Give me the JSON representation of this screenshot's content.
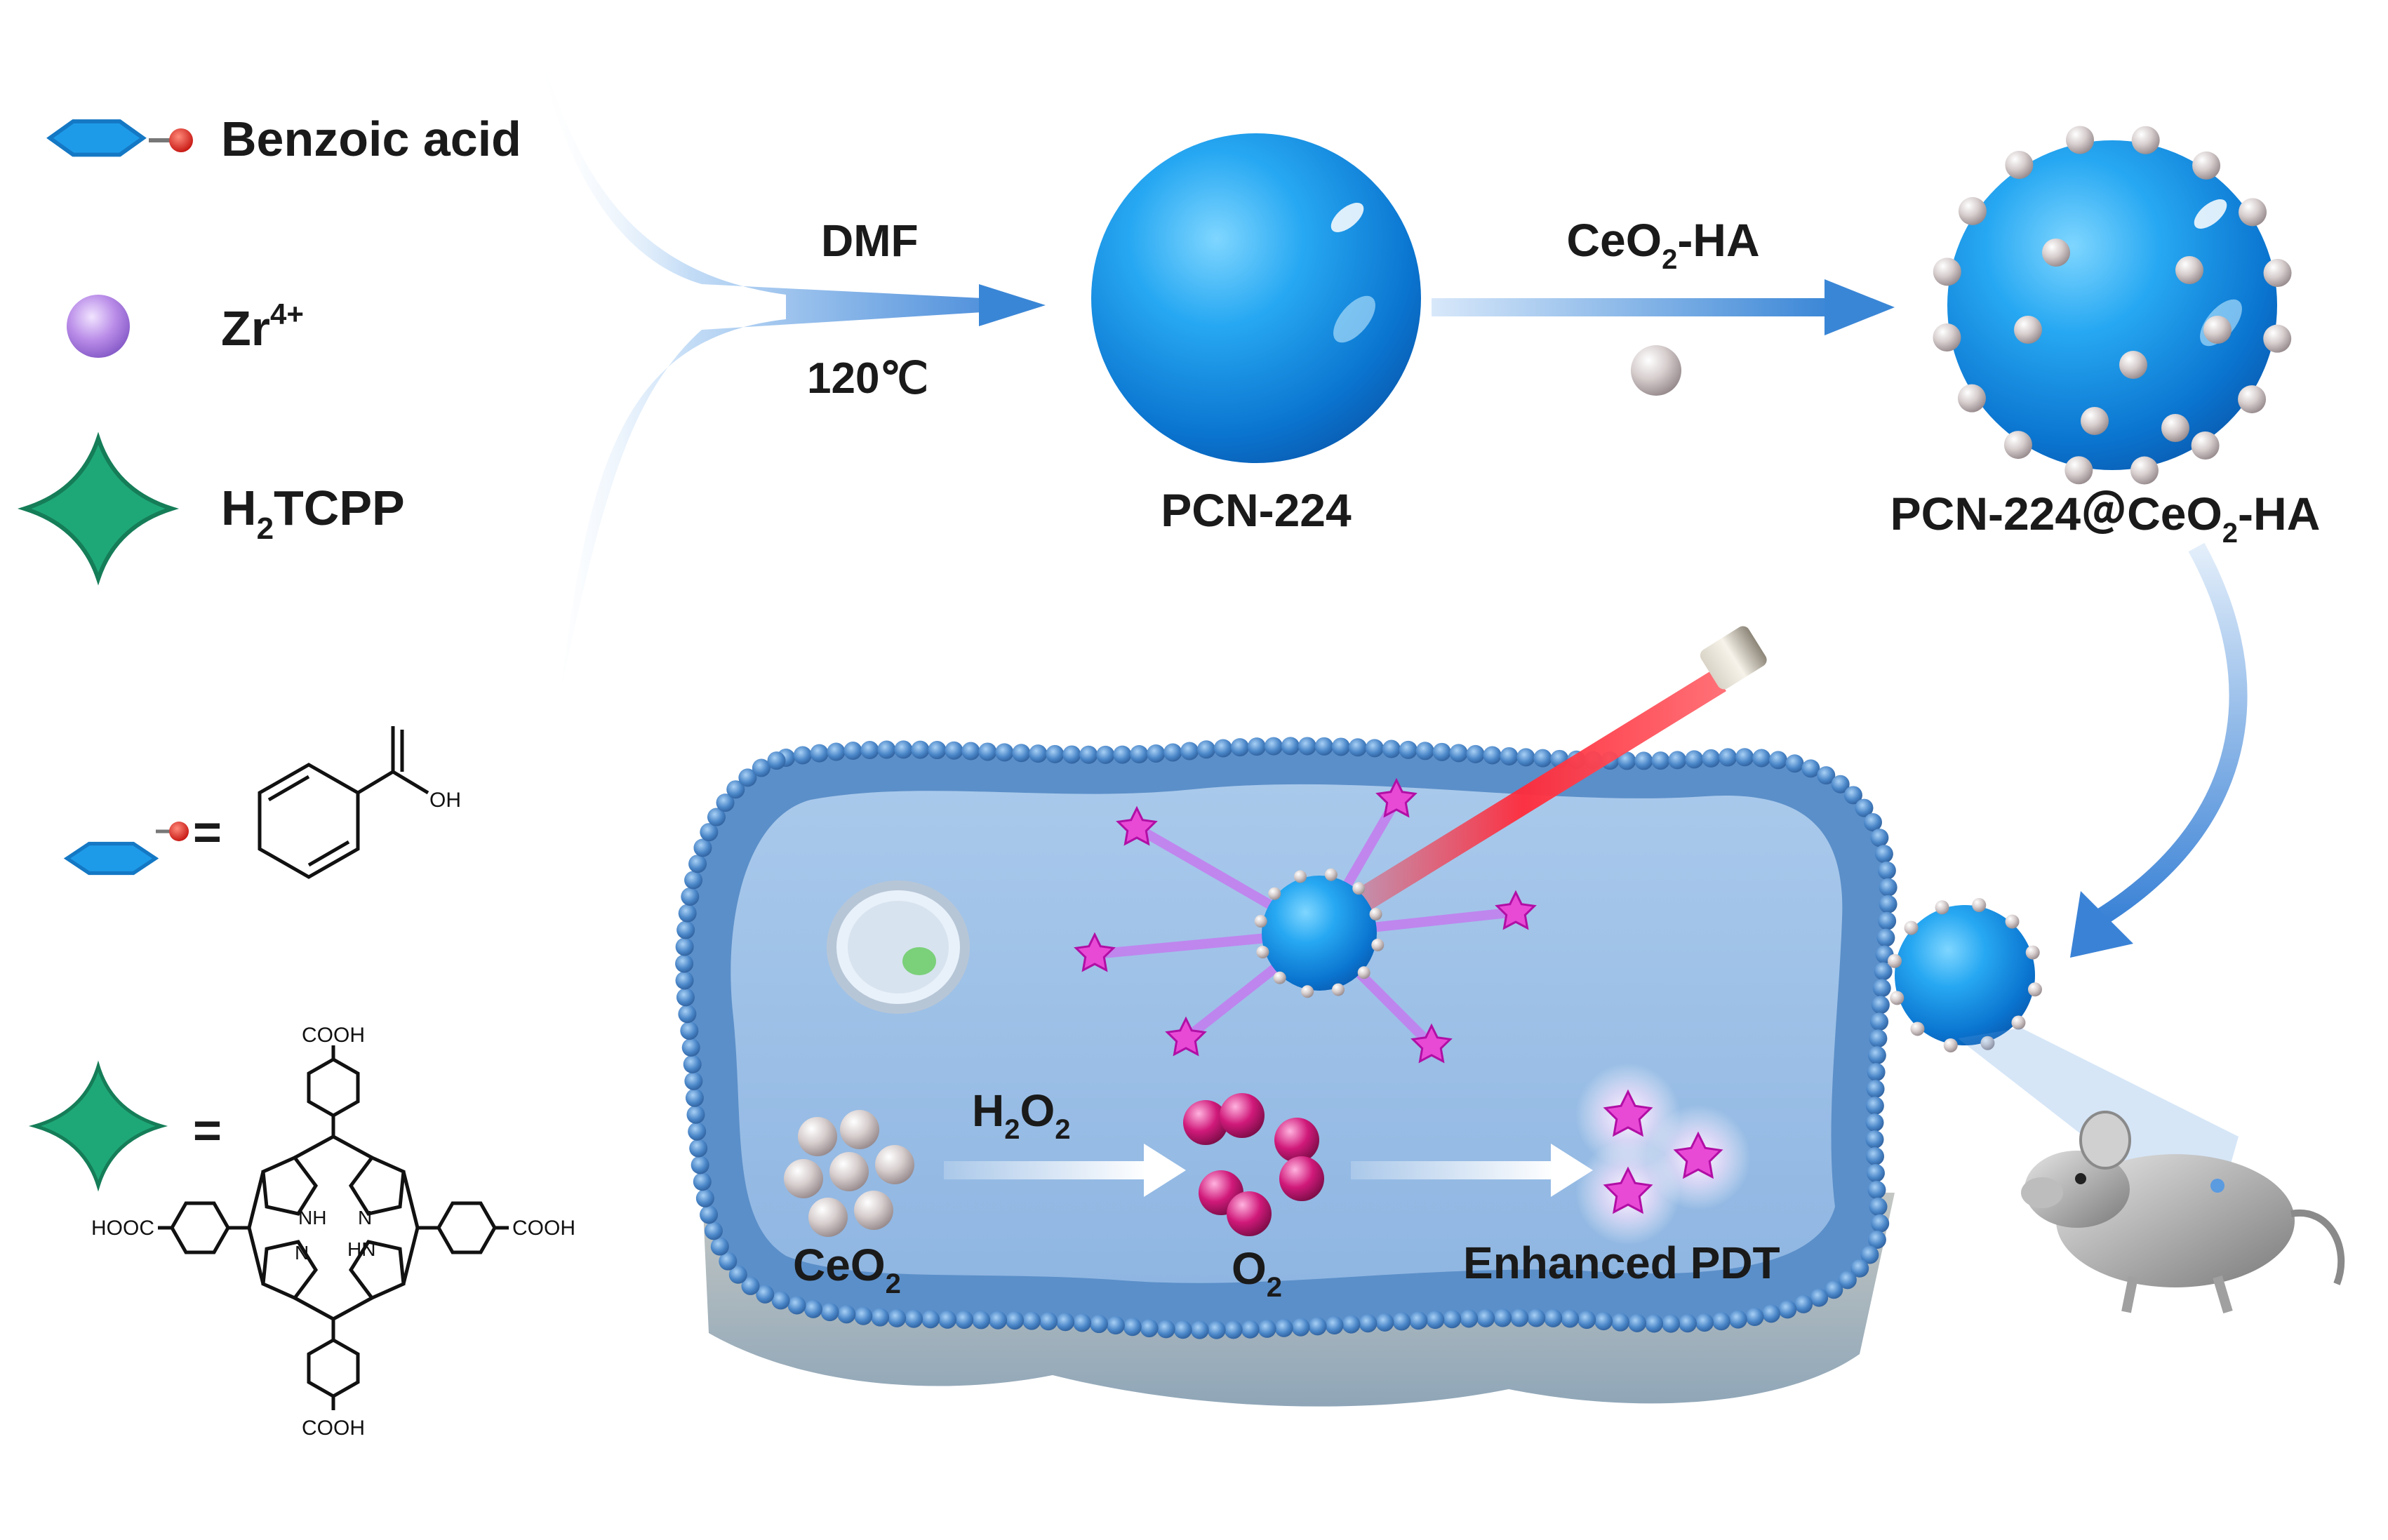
{
  "legend": {
    "benzoic_acid": "Benzoic acid",
    "zr_base": "Zr",
    "zr_sup": "4+",
    "h2tcpp_a": "H",
    "h2tcpp_sub": "2",
    "h2tcpp_b": "TCPP",
    "equals": "="
  },
  "synthesis": {
    "solvent": "DMF",
    "temperature": "120℃",
    "pcn_label": "PCN-224",
    "reagent_a": "CeO",
    "reagent_sub": "2",
    "reagent_b": "-HA",
    "product_a": "PCN-224＠CeO",
    "product_sub": "2",
    "product_b": "-HA"
  },
  "cell": {
    "h2o2_a": "H",
    "h2o2_sub1": "2",
    "h2o2_b": "O",
    "h2o2_sub2": "2",
    "ceo2_a": "CeO",
    "ceo2_sub": "2",
    "o2_a": "O",
    "o2_sub": "2",
    "enhanced": "Enhanced PDT"
  },
  "structures": {
    "oh": "OH",
    "cooh_top": "COOH",
    "cooh_left": "HOOC",
    "cooh_right": "COOH",
    "cooh_bottom": "COOH",
    "nh": "NH",
    "hn": "HN",
    "n1": "N",
    "n2": "N"
  },
  "colors": {
    "mof_blue": "#1e9be8",
    "linker_green": "#1fa877",
    "zr_purple": "#b98ce8",
    "acid_red": "#e0211b",
    "laser_red": "#ff2a3a",
    "membrane_blue": "#5b8fc9",
    "oxygen_magenta": "#d0197a",
    "ps_pink": "#e84ad6"
  }
}
